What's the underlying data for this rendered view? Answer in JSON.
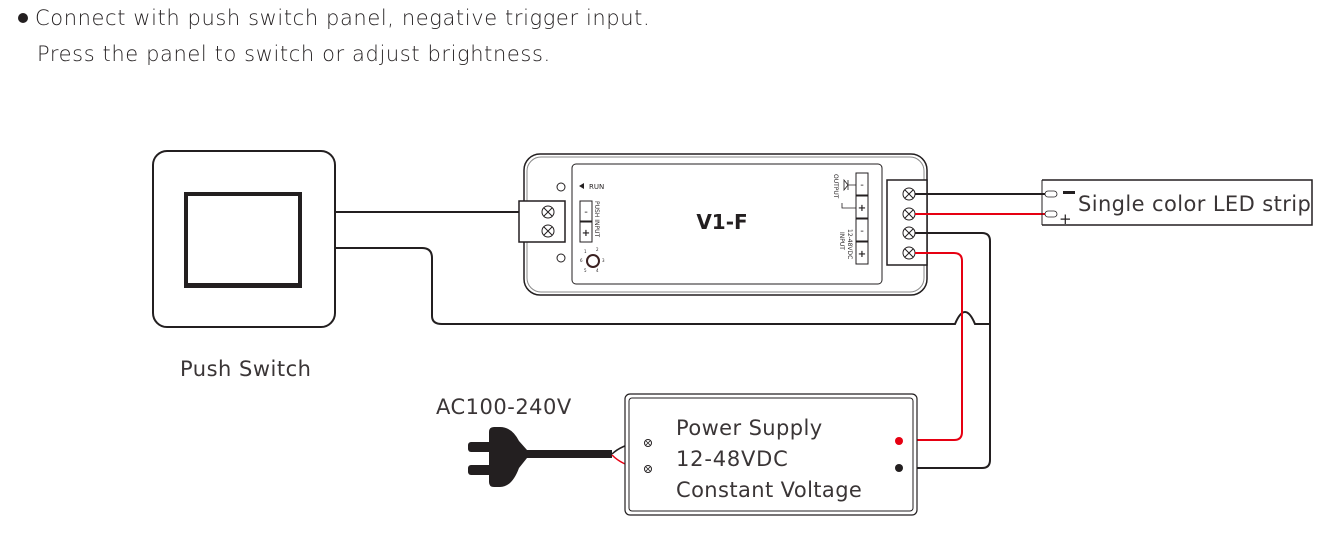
{
  "instructions": {
    "line1": "Connect with push switch panel, negative trigger input.",
    "line2": "Press the panel to switch or adjust brightness."
  },
  "push_switch": {
    "label": "Push Switch"
  },
  "controller": {
    "model": "V1-F",
    "run_label": "RUN",
    "push_input_label": "PUSH INPUT",
    "output_label": "OUTPUT",
    "input_label": "INPUT",
    "input_voltage": "12-48VDC",
    "minus": "-",
    "plus": "+",
    "dial_marks": [
      "1",
      "2",
      "3",
      "4",
      "5",
      "6"
    ]
  },
  "led_strip": {
    "label": "Single color LED strip",
    "minus": "−",
    "plus": "+"
  },
  "ac": {
    "label": "AC100-240V"
  },
  "power_supply": {
    "line1": "Power Supply",
    "line2": "12-48VDC",
    "line3": "Constant Voltage"
  },
  "colors": {
    "wire_black": "#231f20",
    "wire_red": "#e60012",
    "outline": "#231f20"
  }
}
